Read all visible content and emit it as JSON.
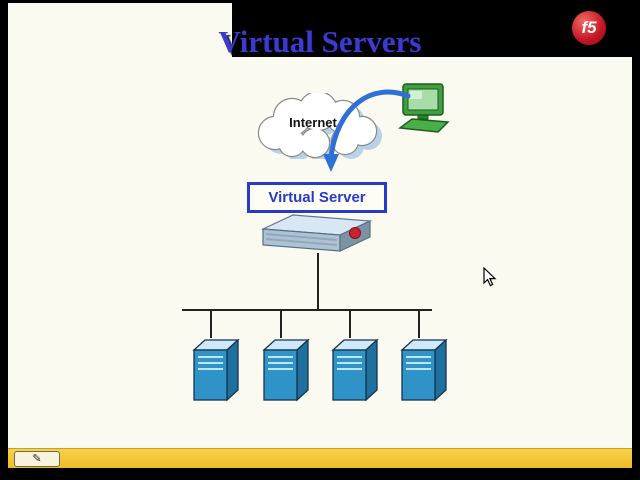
{
  "slide": {
    "title": "Virtual Servers"
  },
  "branding": {
    "logo_text": "f5"
  },
  "diagram": {
    "internet_label": "Internet",
    "virtual_server_label": "Virtual Server",
    "server_count": 4
  },
  "toolbar": {
    "pen_icon": "✎"
  },
  "colors": {
    "title_blue": "#3b3bd0",
    "box_blue": "#2939c8",
    "arrow_blue": "#2f6fd8",
    "server_blue": "#2f93c8",
    "logo_red": "#c41425",
    "bar_yellow": "#f0c838",
    "slide_bg": "#fbfaf0"
  }
}
